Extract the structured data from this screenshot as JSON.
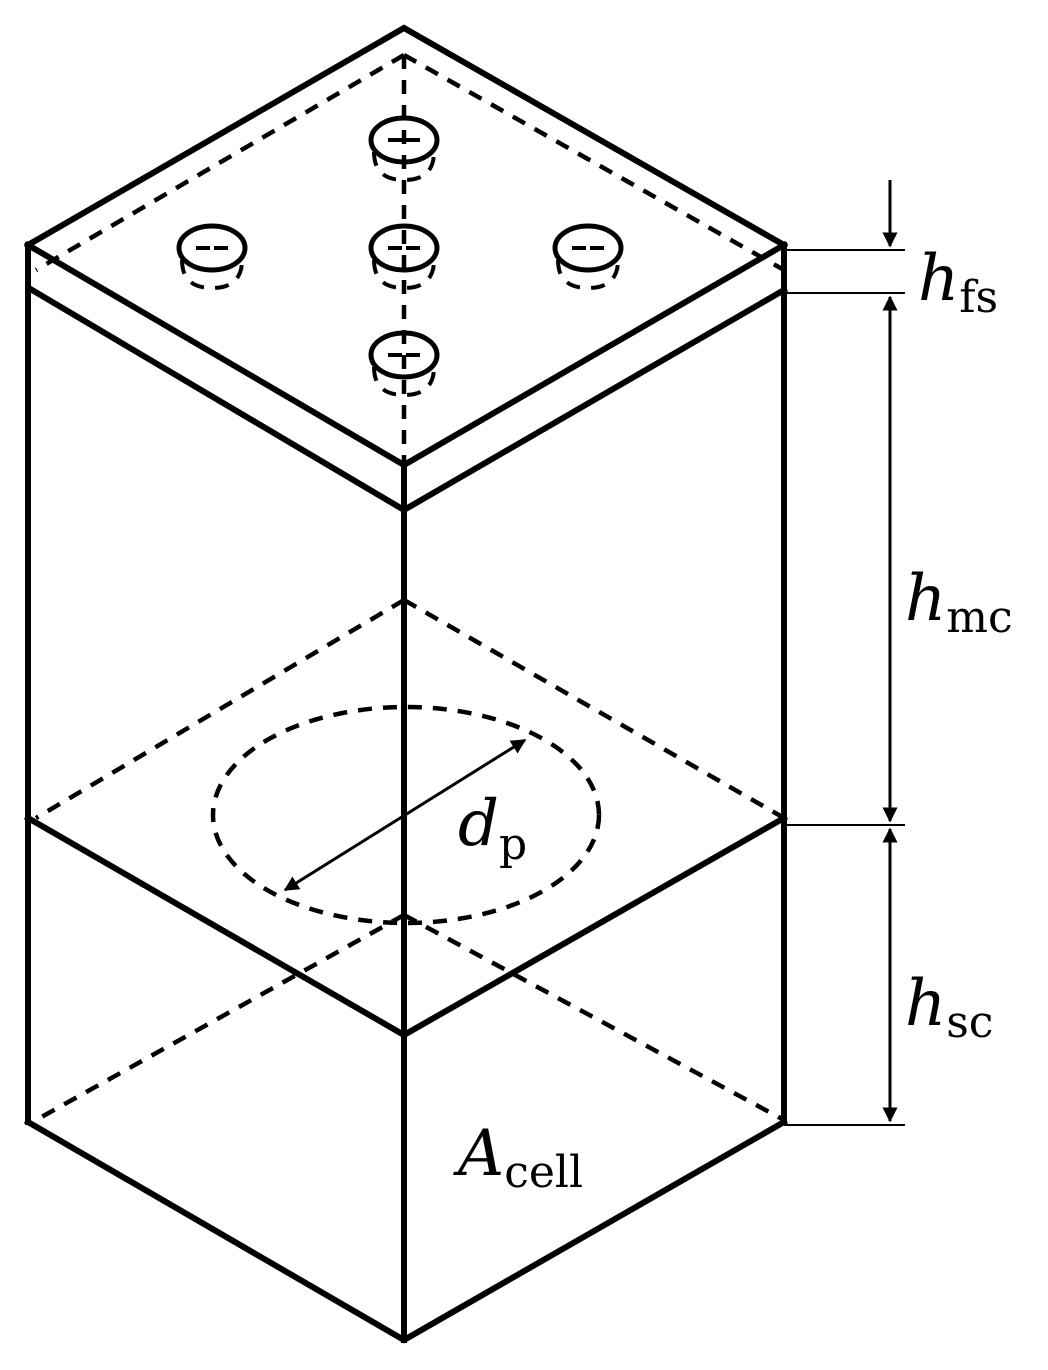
{
  "labels": {
    "h_fs": {
      "main": "h",
      "sub": "fs"
    },
    "h_mc": {
      "main": "h",
      "sub": "mc"
    },
    "h_sc": {
      "main": "h",
      "sub": "sc"
    },
    "d_p": {
      "main": "d",
      "sub": "p"
    },
    "A_cell": {
      "main": "A",
      "sub": "cell"
    }
  },
  "nozzle_count": 5
}
